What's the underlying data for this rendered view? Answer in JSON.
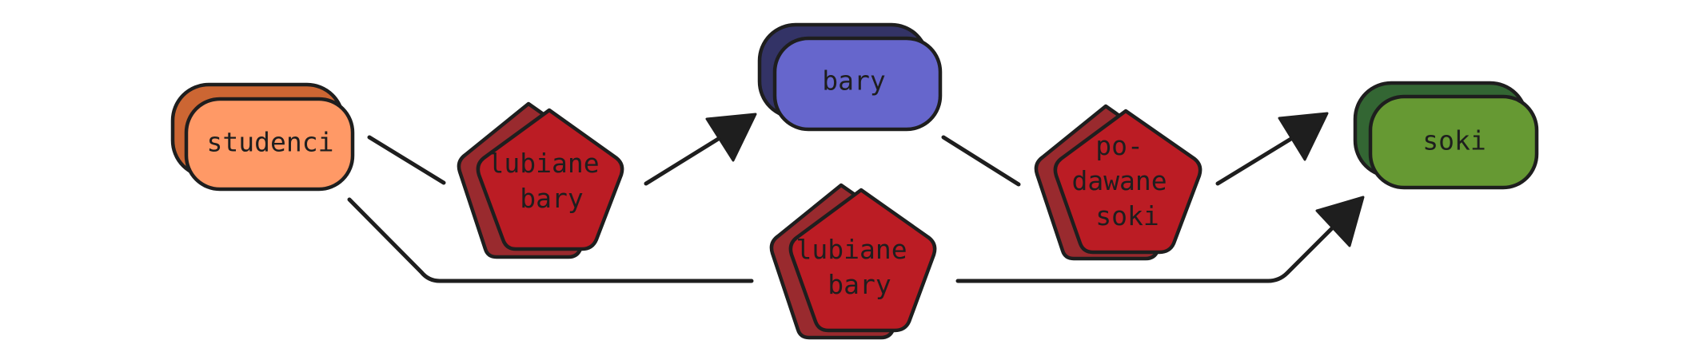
{
  "diagram": {
    "nodes": {
      "studenci": {
        "label": "studenci",
        "color": "#ff9966",
        "shadow_color": "#cc6633"
      },
      "bary": {
        "label": "bary",
        "color": "#6666cc",
        "shadow_color": "#333366"
      },
      "soki": {
        "label": "soki",
        "color": "#669933",
        "shadow_color": "#336633"
      },
      "rel_top_left": {
        "lines": [
          "lubiane",
          "bary"
        ],
        "color": "#bb1c24",
        "shadow_color": "#992a2e"
      },
      "rel_bottom": {
        "lines": [
          "lubiane",
          "bary"
        ],
        "color": "#bb1c24",
        "shadow_color": "#992a2e"
      },
      "rel_top_right": {
        "lines": [
          "po-",
          "dawane",
          "soki"
        ],
        "color": "#bb1c24",
        "shadow_color": "#992a2e"
      }
    },
    "edge_color": "#1e1e1e"
  }
}
